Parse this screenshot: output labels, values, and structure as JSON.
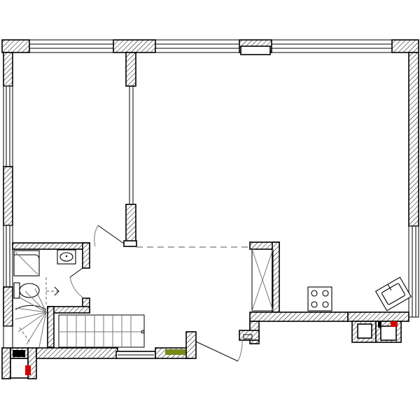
{
  "plan": {
    "background": "#ffffff",
    "wall_stroke": "#000000",
    "hatch_color": "#000000",
    "accent_red": "#d40000",
    "accent_olive": "#7a8a1a",
    "fixtures": [
      "shower-tray",
      "washbasin",
      "toilet",
      "cooktop",
      "kitchen-sink",
      "spiral-staircase",
      "straight-staircase"
    ]
  }
}
